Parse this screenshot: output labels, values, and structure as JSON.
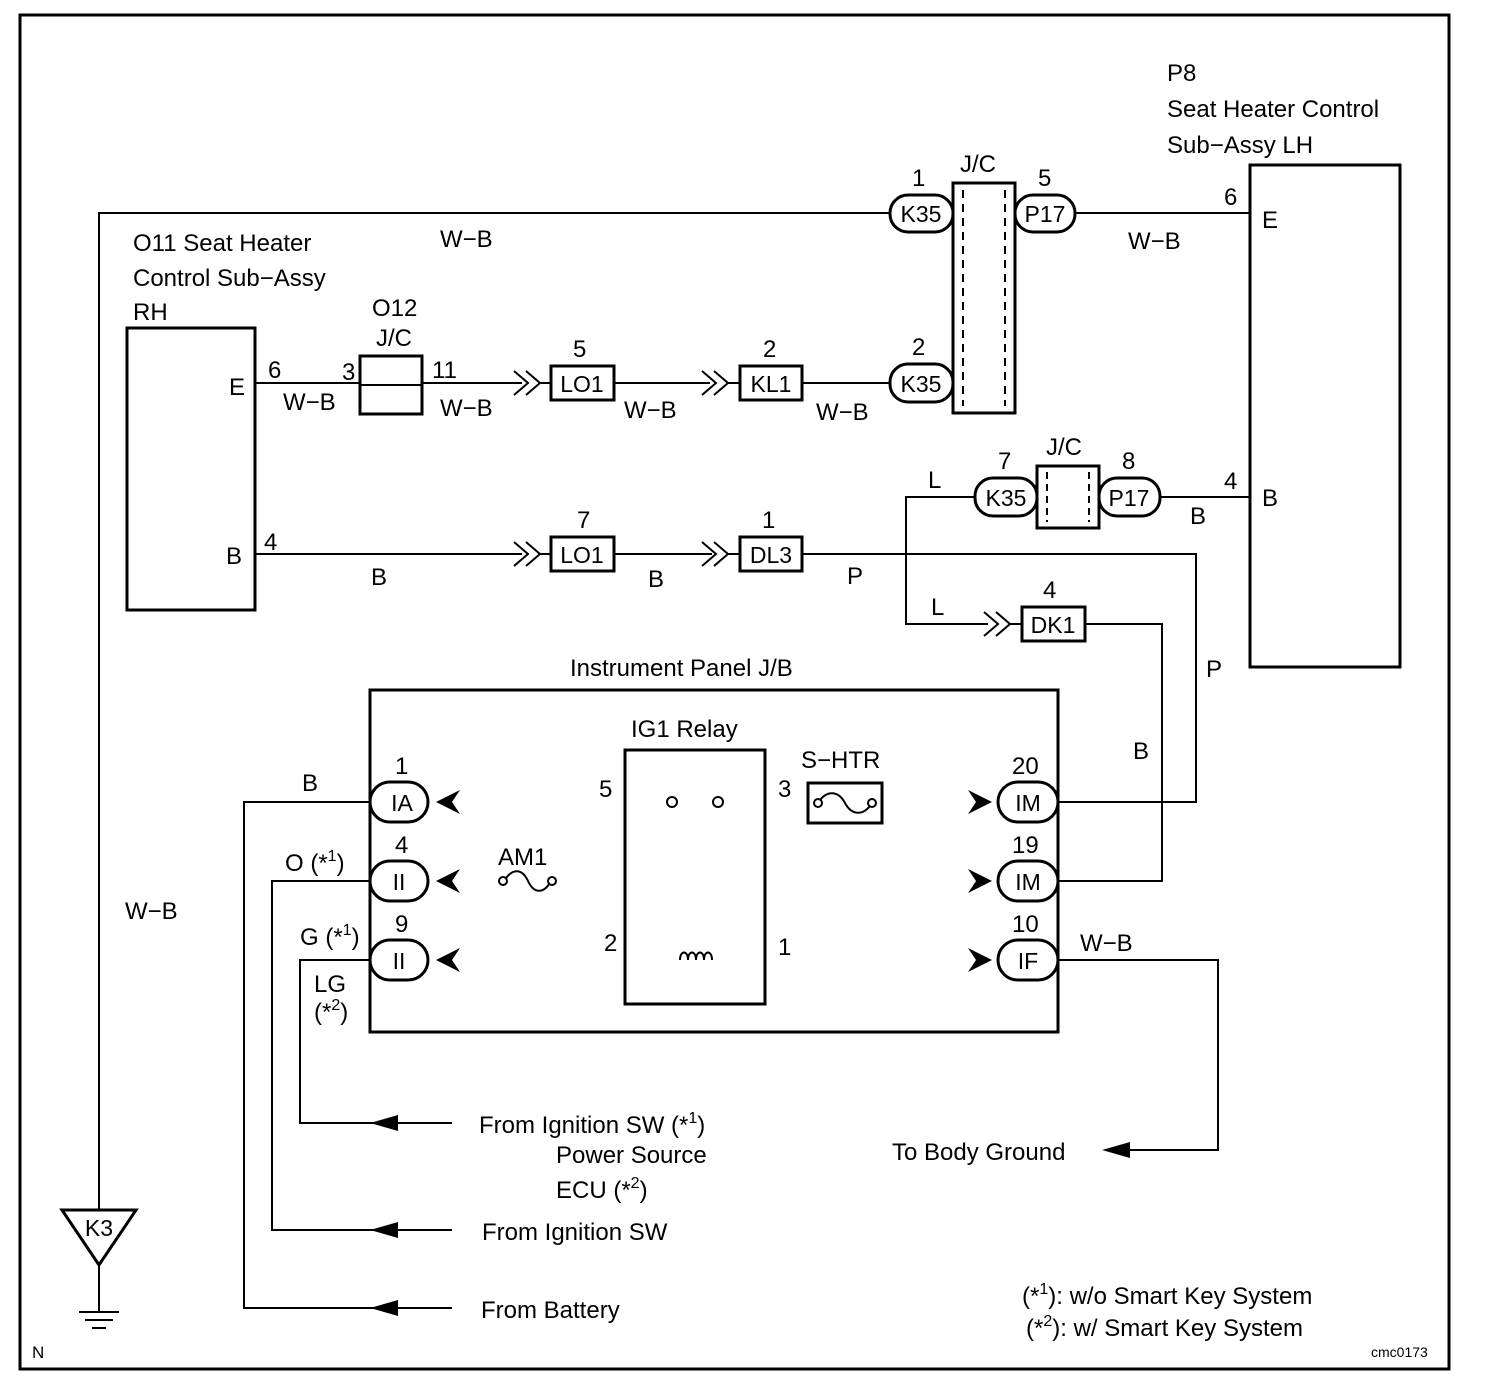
{
  "component_p8": {
    "code": "P8",
    "line1": "Seat  Heater  Control",
    "line2": "Sub−Assy LH",
    "pin_e": "E",
    "pin_b": "B"
  },
  "component_o11": {
    "line1": "O11 Seat Heater",
    "line2": "Control Sub−Assy",
    "line3": "RH",
    "pin_e": "E",
    "pin_b": "B"
  },
  "junction_o12": {
    "code": "O12",
    "type": "J/C"
  },
  "jc_top": {
    "label": "J/C"
  },
  "jc_mid": {
    "label": "J/C"
  },
  "connectors": {
    "k35_top": "K35",
    "p17_top": "P17",
    "k35_low": "K35",
    "lo1_top": "LO1",
    "kl1": "KL1",
    "lo1_bot": "LO1",
    "dl3": "DL3",
    "k35_mid": "K35",
    "p17_mid": "P17",
    "dk1": "DK1",
    "ia": "IA",
    "ii_4": "II",
    "ii_9": "II",
    "im_20": "IM",
    "im_19": "IM",
    "if_10": "IF",
    "k3": "K3"
  },
  "pins": {
    "k35_top": "1",
    "p17_top": "5",
    "p8_e": "6",
    "p8_b": "4",
    "o11_e": "6",
    "o12_in": "3",
    "o12_out": "11",
    "lo1_top": "5",
    "kl1": "2",
    "k35_low": "2",
    "o11_b": "4",
    "lo1_bot": "7",
    "dl3": "1",
    "k35_mid": "7",
    "p17_mid": "8",
    "dk1": "4",
    "ia": "1",
    "ii_4": "4",
    "ii_9": "9",
    "im_20": "20",
    "im_19": "19",
    "if_10": "10",
    "relay_5": "5",
    "relay_3": "3",
    "relay_2": "2",
    "relay_1": "1"
  },
  "wire_colors": {
    "top_run": "W−B",
    "p8_e": "W−B",
    "o11_e": "W−B",
    "o12_out": "W−B",
    "lo1_kl1": "W−B",
    "kl1_k35": "W−B",
    "o11_b": "B",
    "lo1_dl3": "B",
    "dl3_out": "P",
    "l_top": "L",
    "l_dk1": "L",
    "p8_b": "B",
    "right_p": "P",
    "right_b": "B",
    "ia_b": "B",
    "ii4": "O (*",
    "ii4_sup": "1",
    "ii4_end": ")",
    "ii9_g": "G (*",
    "ii9_g_sup": "1",
    "ii9_g_end": ")",
    "ii9_lg": "LG",
    "ii9_lg2a": "(*",
    "ii9_lg2_sup": "2",
    "ii9_lg2b": ")",
    "if_wb": "W−B",
    "ground_wb": "W−B"
  },
  "instrument_panel": {
    "title": "Instrument Panel J/B",
    "relay": "IG1 Relay",
    "fuse_shtr": "S−HTR",
    "fuse_am1": "AM1"
  },
  "sources": {
    "ign_a": "From Ignition SW (*",
    "ign_a_sup": "1",
    "ign_a_end": ")",
    "psecu1": "Power  Source",
    "psecu2": "ECU (*",
    "psecu2_sup": "2",
    "psecu2_end": ")",
    "ign_b": "From Ignition SW",
    "battery": "From Battery",
    "ground": "To Body Ground"
  },
  "legend": {
    "l1a": "(*",
    "l1_sup": "1",
    "l1b": "): w/o Smart Key System",
    "l2a": "(*",
    "l2_sup": "2",
    "l2b": "): w/ Smart Key System"
  },
  "corner": {
    "left": "N",
    "right": "cmc0173"
  }
}
